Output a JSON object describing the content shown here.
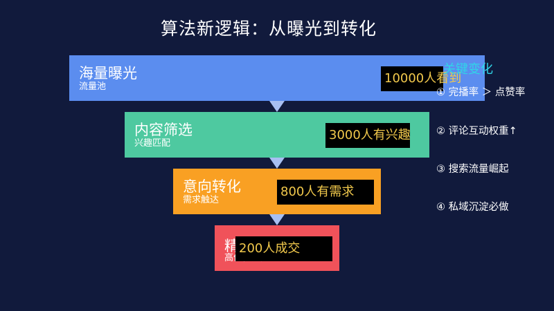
{
  "title": "算法新逻辑：从曝光到转化",
  "stages": [
    {
      "name": "海量曝光",
      "sub": "流量池",
      "count": "10000人看到",
      "color": "#5b8def"
    },
    {
      "name": "内容筛选",
      "sub": "兴趣匹配",
      "count": "3000人有兴趣",
      "color": "#4ec9a0"
    },
    {
      "name": "意向转化",
      "sub": "需求触达",
      "count": "800人有需求",
      "color": "#f9a023"
    },
    {
      "name": "精准成交",
      "sub": "高价值用户",
      "count": "200人成交",
      "color": "#f0525a"
    }
  ],
  "key_changes": {
    "title": "关键变化",
    "items": [
      "① 完播率 ＞ 点赞率",
      "② 评论互动权重↑",
      "③ 搜索流量崛起",
      "④ 私域沉淀必做"
    ]
  },
  "colors": {
    "background": "#111a3c",
    "accent": "#30d5e8",
    "count_text": "#f2c94c",
    "arrow": "#a8bff2"
  }
}
